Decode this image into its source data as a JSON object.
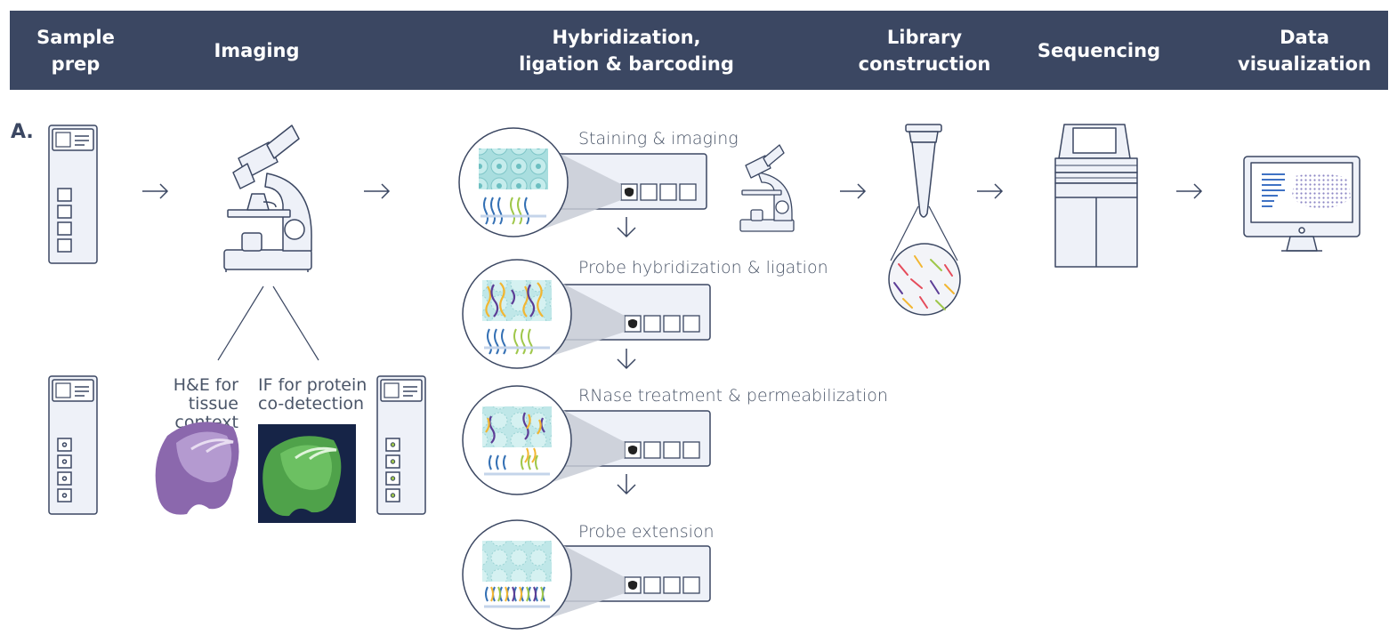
{
  "header": {
    "stages": [
      {
        "id": "sample-prep",
        "label": "Sample\nprep"
      },
      {
        "id": "imaging",
        "label": "Imaging"
      },
      {
        "id": "hybridization",
        "label": "Hybridization,\nligation & barcoding"
      },
      {
        "id": "library",
        "label": "Library\nconstruction"
      },
      {
        "id": "sequencing",
        "label": "Sequencing"
      },
      {
        "id": "data-viz",
        "label": "Data\nvisualization"
      }
    ],
    "color": "#3b4762"
  },
  "panel_label": "A.",
  "steps": [
    {
      "label": "Staining & imaging"
    },
    {
      "label": "Probe hybridization & ligation"
    },
    {
      "label": "RNase treatment & permeabilization"
    },
    {
      "label": "Probe extension"
    }
  ],
  "imaging_options": {
    "he": "H&E for\ntissue\ncontext",
    "if": "IF for protein\nco-detection"
  },
  "colors": {
    "outline": "#3b4762",
    "slide_fill": "#eef1f8",
    "tissue_teal": "#a9dedf",
    "he_purple": "#8b68ad",
    "if_green": "#4fa24a",
    "if_bg": "#162447",
    "probe_blue": "#3470b4",
    "probe_green": "#9fc74a",
    "probe_yellow": "#f2b631",
    "probe_purple": "#5c3d96"
  }
}
